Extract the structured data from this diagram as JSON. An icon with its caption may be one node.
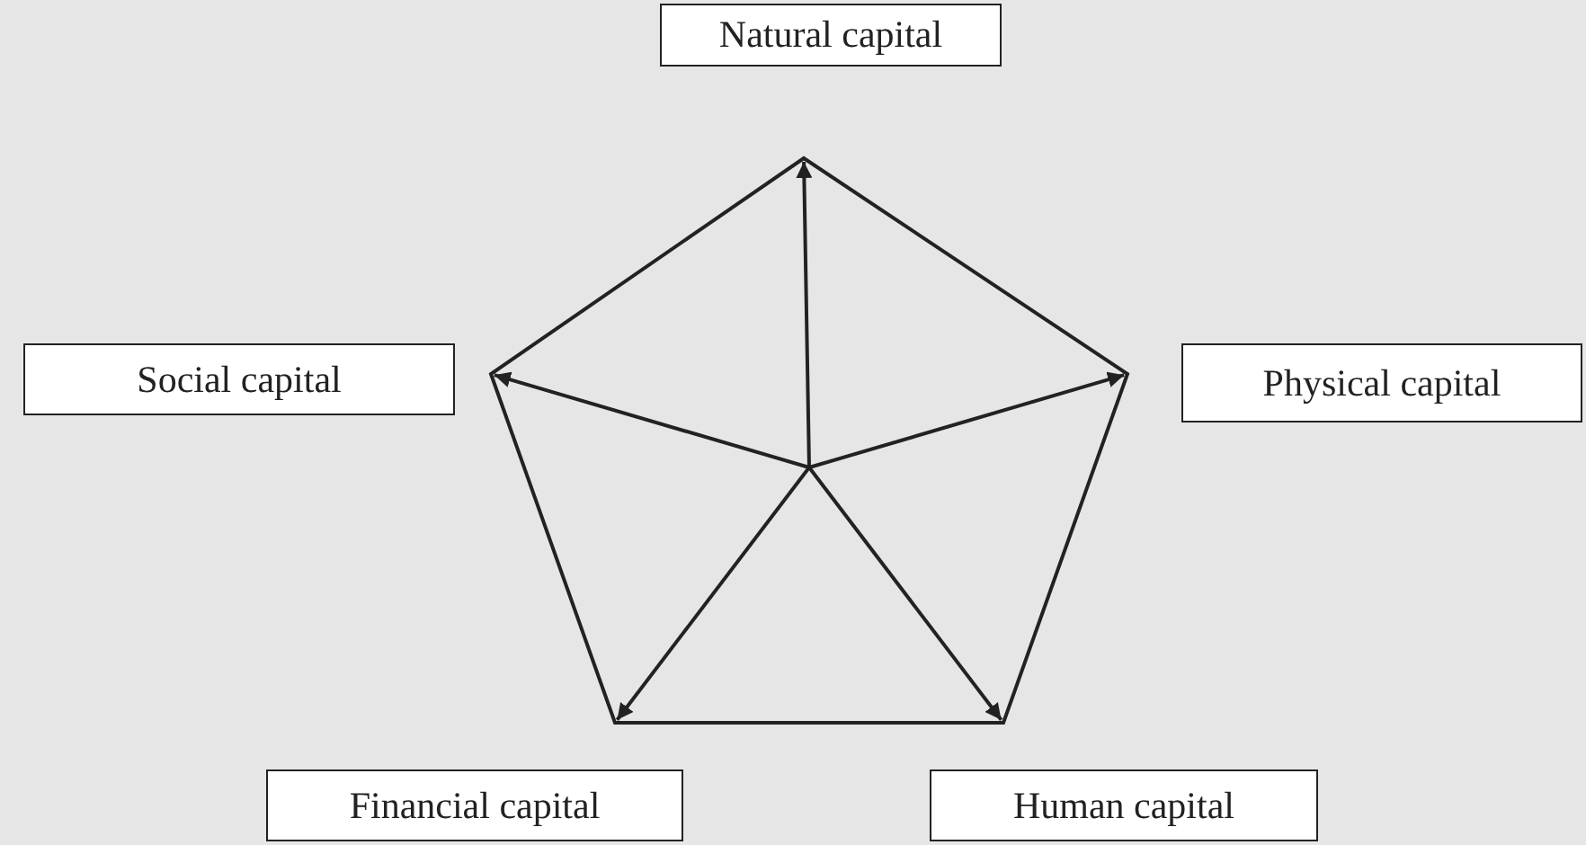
{
  "diagram": {
    "nodes": [
      {
        "text": [
          "Natural capital"
        ]
      },
      {
        "text": [
          "Social capital"
        ]
      },
      {
        "text": [
          "Physical capital"
        ]
      },
      {
        "text": [
          "Financial capital"
        ]
      },
      {
        "text": [
          "Human capital"
        ]
      }
    ]
  }
}
